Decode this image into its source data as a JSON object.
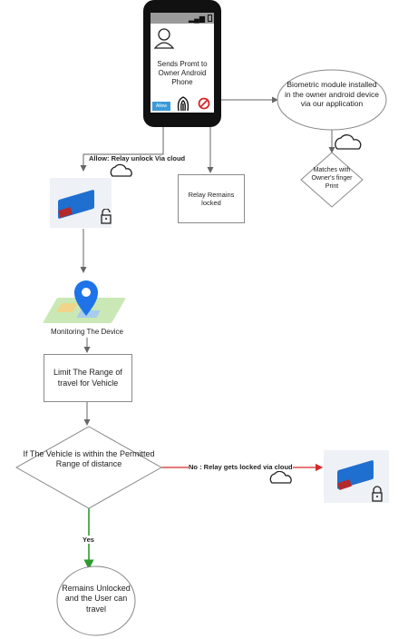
{
  "phone": {
    "prompt_text": "Sends Promt to Owner Android Phone",
    "allow_button": "Allow"
  },
  "biometric": {
    "module_text": "Biometric module installed in the owner android device via our application",
    "match_text": "Matches with Owner's finger Print"
  },
  "edges": {
    "allow_label": "Allow: Relay unlock Via cloud",
    "no_label": "No : Relay gets locked via cloud",
    "yes_label": "Yes"
  },
  "nodes": {
    "relay_locked": "Relay Remains locked",
    "monitoring": "Monitoring The Device",
    "limit_range": "Limit The Range of travel for Vehicle",
    "decision": "If The Vehicle is within the Permitted Range of distance",
    "remains_unlocked": "Remains Unlocked and the User can travel"
  },
  "colors": {
    "no_edge": "#d62828",
    "yes_edge": "#2e9a2e",
    "neutral_edge": "#666666",
    "relay_blue": "#1f6fd1",
    "pin_blue": "#1e73e8"
  }
}
